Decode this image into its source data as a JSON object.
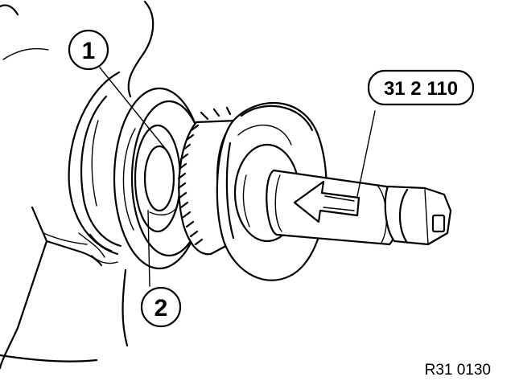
{
  "callouts": {
    "item_1": "1",
    "item_2": "2",
    "tool_number": "31 2 110"
  },
  "reference_code": "R31 0130"
}
